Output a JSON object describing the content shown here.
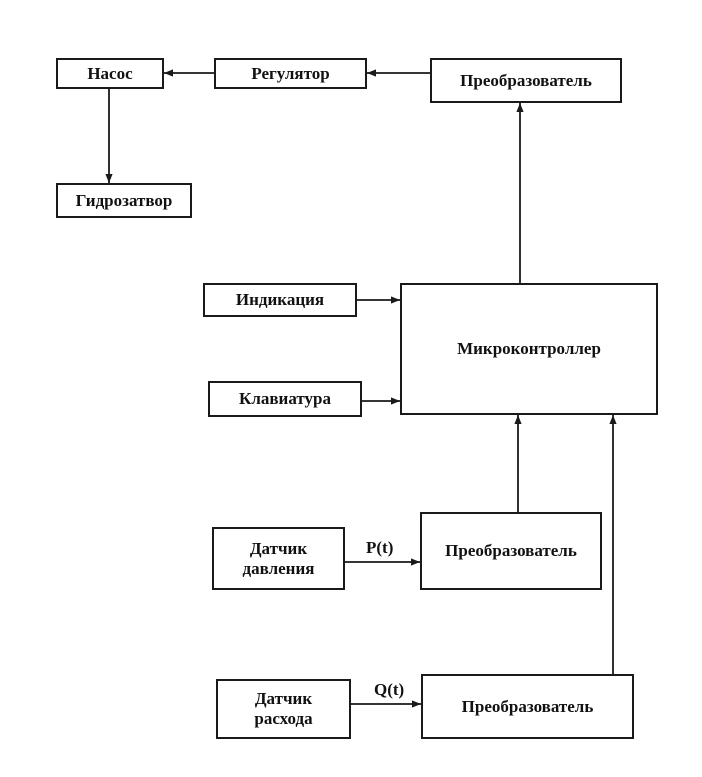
{
  "blocks": {
    "pump": "Насос",
    "regulator": "Регулятор",
    "converter_top": "Преобразователь",
    "hydrolock": "Гидрозатвор",
    "indication": "Индикация",
    "keyboard": "Клавиатура",
    "microcontroller": "Микроконтроллер",
    "pressure_sensor": [
      "Датчик",
      "давления"
    ],
    "converter_mid": "Преобразователь",
    "flow_sensor": [
      "Датчик",
      "расхода"
    ],
    "converter_bottom": "Преобразователь"
  },
  "signals": {
    "pressure": "P(t)",
    "flow": "Q(t)"
  },
  "colors": {
    "line": "#1a1a1a",
    "background": "#ffffff"
  }
}
